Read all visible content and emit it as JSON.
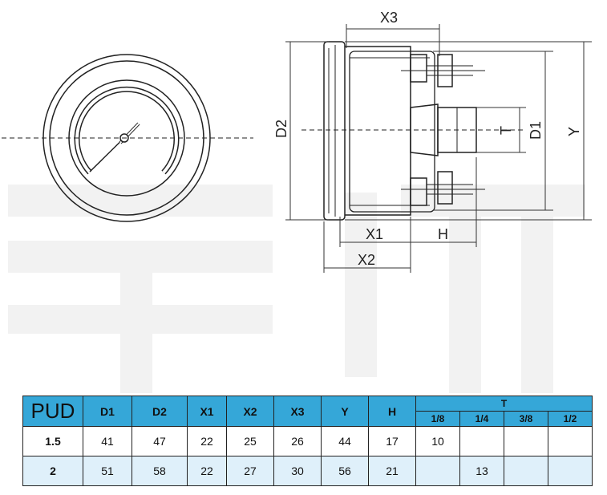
{
  "dimension_labels": {
    "x3": "X3",
    "d2": "D2",
    "t": "T",
    "d1": "D1",
    "y": "Y",
    "x1": "X1",
    "h": "H",
    "x2": "X2"
  },
  "table": {
    "model_header": "PUD",
    "columns": [
      "D1",
      "D2",
      "X1",
      "X2",
      "X3",
      "Y",
      "H"
    ],
    "t_group_label": "T",
    "t_sizes": [
      "1/8",
      "1/4",
      "3/8",
      "1/2"
    ],
    "rows": [
      {
        "size": "1.5",
        "values": [
          "41",
          "47",
          "22",
          "25",
          "26",
          "44",
          "17"
        ],
        "t": [
          "10",
          "",
          "",
          ""
        ]
      },
      {
        "size": "2",
        "values": [
          "51",
          "58",
          "22",
          "27",
          "30",
          "56",
          "21"
        ],
        "t": [
          "",
          "13",
          "",
          ""
        ]
      }
    ]
  },
  "colors": {
    "header_blue": "#35a7d8",
    "row_alt": "#dff0fa",
    "watermark": "#f1f1f1"
  }
}
